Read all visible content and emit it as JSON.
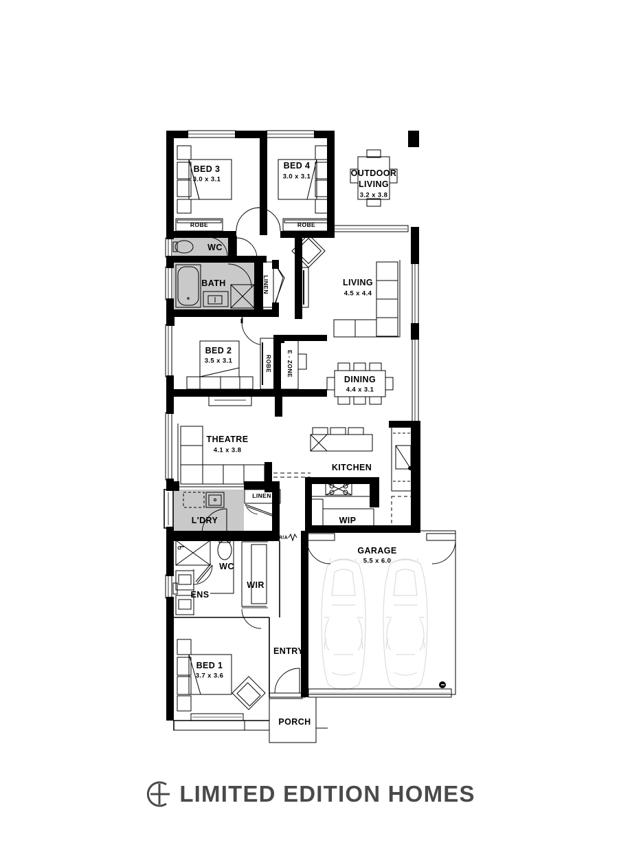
{
  "document": {
    "type": "residential-floor-plan",
    "brand": "LIMITED EDITION HOMES"
  },
  "rooms": [
    {
      "id": "bed3",
      "name": "BED 3",
      "dim": "3.0 x 3.1"
    },
    {
      "id": "bed4",
      "name": "BED 4",
      "dim": "3.0 x 3.1"
    },
    {
      "id": "outdoor",
      "name": "OUTDOOR LIVING",
      "name_line1": "OUTDOOR",
      "name_line2": "LIVING",
      "dim": "3.2 x 3.8"
    },
    {
      "id": "wc_top",
      "name": "WC",
      "dim": ""
    },
    {
      "id": "bath",
      "name": "BATH",
      "dim": ""
    },
    {
      "id": "linen1",
      "name": "LINEN",
      "dim": ""
    },
    {
      "id": "living",
      "name": "LIVING",
      "dim": "4.5 x 4.4"
    },
    {
      "id": "bed2",
      "name": "BED 2",
      "dim": "3.5 x 3.1"
    },
    {
      "id": "robe2",
      "name": "ROBE",
      "dim": ""
    },
    {
      "id": "ezone",
      "name": "E - ZONE",
      "dim": ""
    },
    {
      "id": "dining",
      "name": "DINING",
      "dim": "4.4 x 3.1"
    },
    {
      "id": "theatre",
      "name": "THEATRE",
      "dim": "4.1 x 3.8"
    },
    {
      "id": "kitchen",
      "name": "KITCHEN",
      "dim": ""
    },
    {
      "id": "linen2",
      "name": "LINEN",
      "dim": ""
    },
    {
      "id": "ldry",
      "name": "L'DRY",
      "dim": ""
    },
    {
      "id": "wip",
      "name": "WIP",
      "dim": ""
    },
    {
      "id": "wc_bot",
      "name": "WC",
      "dim": ""
    },
    {
      "id": "ens",
      "name": "ENS",
      "dim": ""
    },
    {
      "id": "wir",
      "name": "WIR",
      "dim": ""
    },
    {
      "id": "garage",
      "name": "GARAGE",
      "dim": "5.5 x 6.0"
    },
    {
      "id": "entry",
      "name": "ENTRY",
      "dim": ""
    },
    {
      "id": "bed1",
      "name": "BED 1",
      "dim": "3.7 x 3.6"
    },
    {
      "id": "porch",
      "name": "PORCH",
      "dim": ""
    },
    {
      "id": "robe3",
      "name": "ROBE",
      "dim": ""
    },
    {
      "id": "robe4",
      "name": "ROBE",
      "dim": ""
    }
  ],
  "annotations": [
    {
      "id": "ra",
      "text": "R/A"
    }
  ],
  "colors": {
    "wall": "#000000",
    "wet_area_fill": "#c9c9c9",
    "furniture_line": "#000000",
    "car_line": "#dcdcdc",
    "logo_gray": "#4a4a4a",
    "background": "#ffffff"
  }
}
